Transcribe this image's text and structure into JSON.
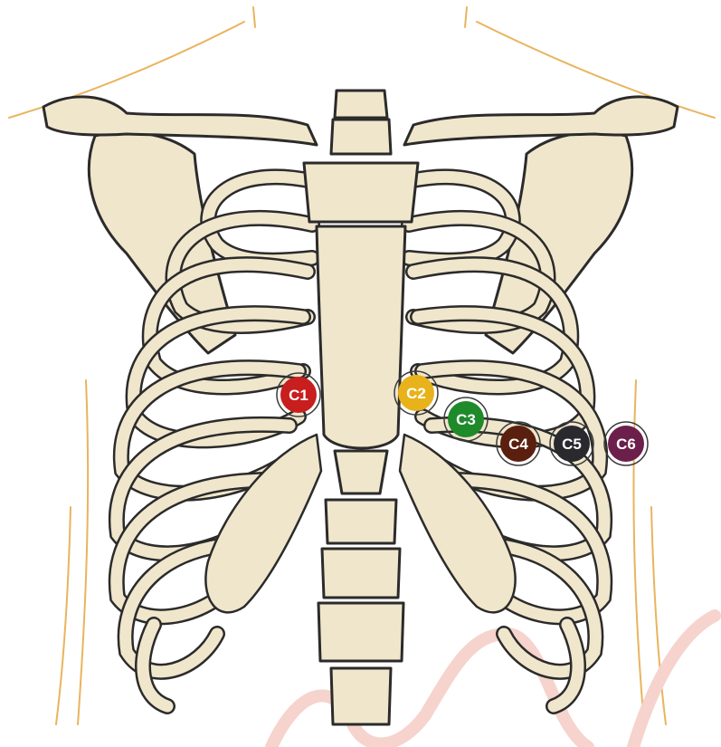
{
  "diagram": {
    "electrodes": [
      {
        "id": "C1",
        "label": "C1",
        "color": "#c81e1e"
      },
      {
        "id": "C2",
        "label": "C2",
        "color": "#e8b21a"
      },
      {
        "id": "C3",
        "label": "C3",
        "color": "#1f8a2a"
      },
      {
        "id": "C4",
        "label": "C4",
        "color": "#5a1f0e"
      },
      {
        "id": "C5",
        "label": "C5",
        "color": "#2a2a2e"
      },
      {
        "id": "C6",
        "label": "C6",
        "color": "#6b1f4a"
      }
    ],
    "colors": {
      "bone": "#f0e6cc",
      "outline": "#2b2b2b",
      "skin_line": "#e9b45e",
      "watermark": "#f6d3cd"
    }
  }
}
